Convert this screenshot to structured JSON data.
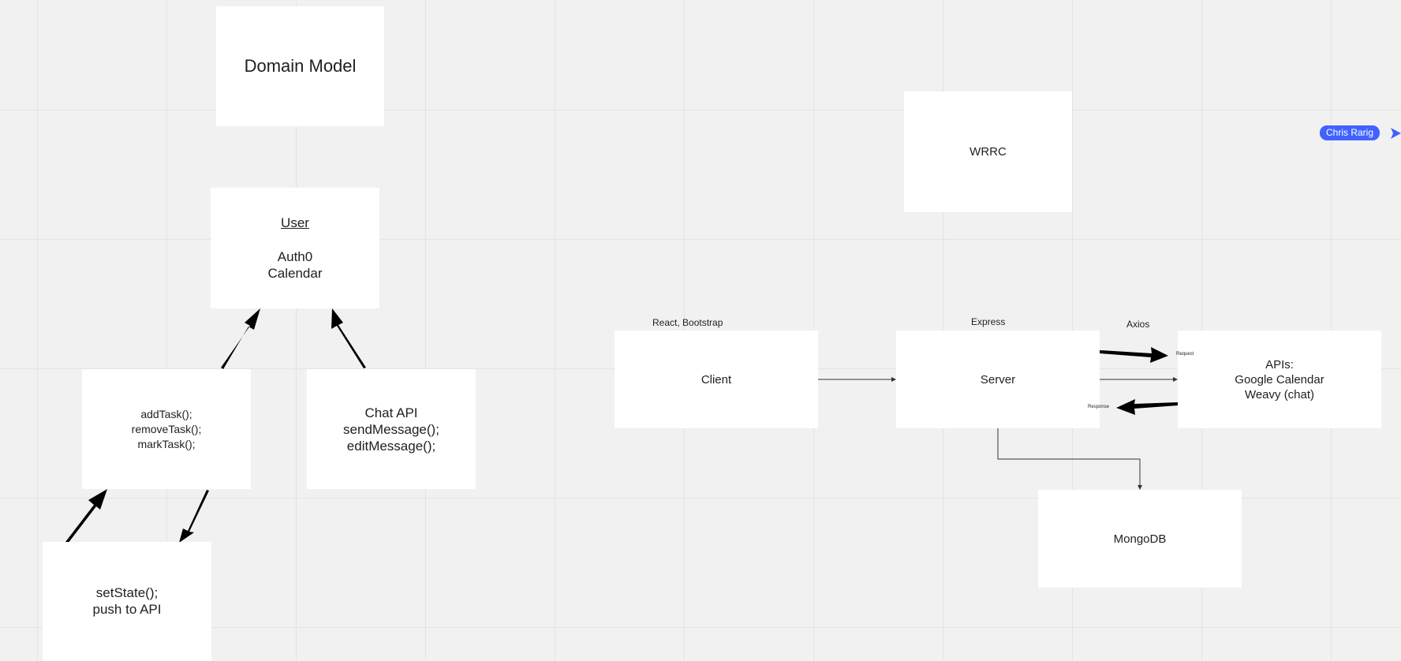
{
  "canvas": {
    "domain_model": {
      "title": "Domain Model"
    },
    "user": {
      "title": "User",
      "line1": "Auth0",
      "line2": "Calendar"
    },
    "tasks": {
      "line1": "addTask();",
      "line2": "removeTask();",
      "line3": "markTask();"
    },
    "chat": {
      "line1": "Chat API",
      "line2": "sendMessage();",
      "line3": "editMessage();"
    },
    "state": {
      "line1": "setState();",
      "line2": "push to API"
    },
    "wrrc": {
      "title": "WRRC"
    },
    "client": {
      "title": "Client",
      "caption": "React, Bootstrap"
    },
    "server": {
      "title": "Server",
      "caption": "Express"
    },
    "apis": {
      "line1": "APIs:",
      "line2": "Google Calendar",
      "line3": "Weavy (chat)",
      "caption": "Axios"
    },
    "mongodb": {
      "title": "MongoDB"
    },
    "arrows": {
      "request": "Request",
      "response": "Response"
    }
  },
  "collaborator": {
    "name": "Chris Rarig",
    "color": "#4262ff"
  }
}
